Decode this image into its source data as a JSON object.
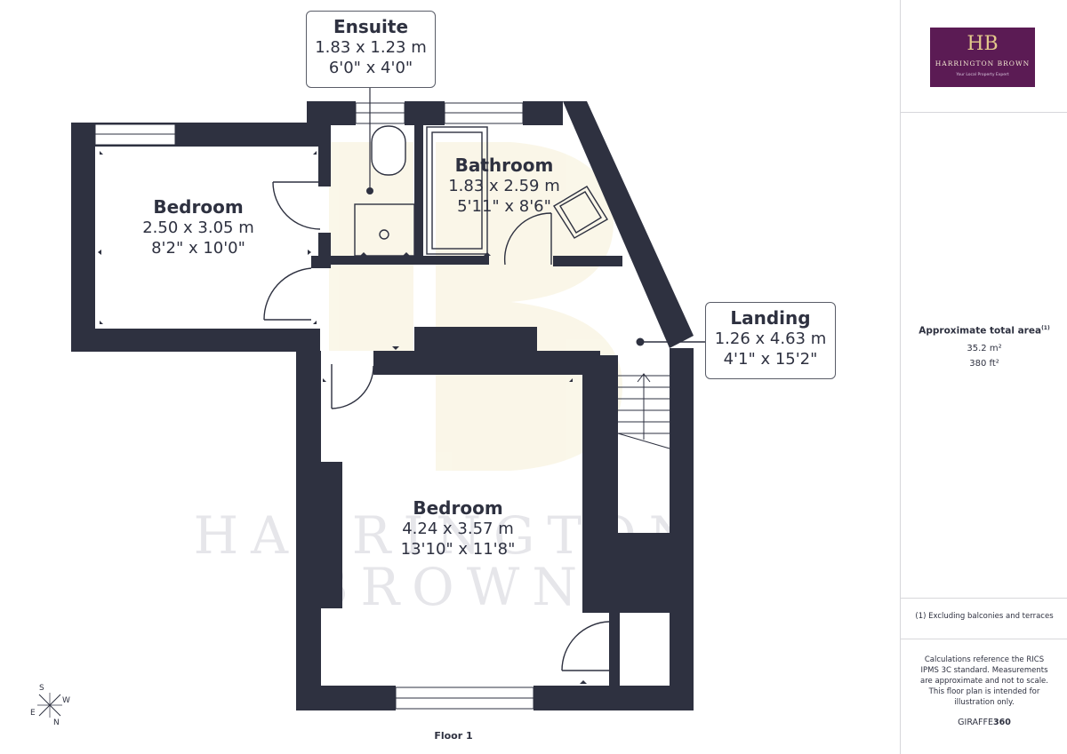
{
  "rooms": {
    "bedroom_left": {
      "name": "Bedroom",
      "dim_m": "2.50 x 3.05 m",
      "dim_ft": "8'2\" x 10'0\""
    },
    "ensuite": {
      "name": "Ensuite",
      "dim_m": "1.83 x 1.23 m",
      "dim_ft": "6'0\" x 4'0\""
    },
    "bathroom": {
      "name": "Bathroom",
      "dim_m": "1.83 x 2.59 m",
      "dim_ft": "5'11\" x 8'6\""
    },
    "landing": {
      "name": "Landing",
      "dim_m": "1.26 x 4.63 m",
      "dim_ft": "4'1\" x 15'2\""
    },
    "bedroom_main": {
      "name": "Bedroom",
      "dim_m": "4.24 x 3.57 m",
      "dim_ft": "13'10\" x 11'8\""
    }
  },
  "watermark": {
    "line1": "HARRINGTON",
    "line2": "BROWN"
  },
  "compass": {
    "s": "S",
    "w": "W",
    "e": "E",
    "n": "N"
  },
  "floor_label": "Floor 1",
  "sidebar": {
    "logo": {
      "monogram": "HB",
      "name": "HARRINGTON BROWN",
      "tagline": "Your Local Property Expert"
    },
    "area_title": "Approximate total area",
    "area_footnote_mark": "(1)",
    "area_m2": "35.2 m²",
    "area_ft2": "380 ft²",
    "footnote": "(1) Excluding balconies and terraces",
    "disclaimer": "Calculations reference the RICS IPMS 3C standard. Measurements are approximate and not to scale. This floor plan is intended for illustration only.",
    "brand_prefix": "GIRAFFE",
    "brand_suffix": "360"
  },
  "colors": {
    "wall": "#2e3140",
    "logo_bg": "#5b1b54",
    "watermark": "#e6e6ea"
  }
}
